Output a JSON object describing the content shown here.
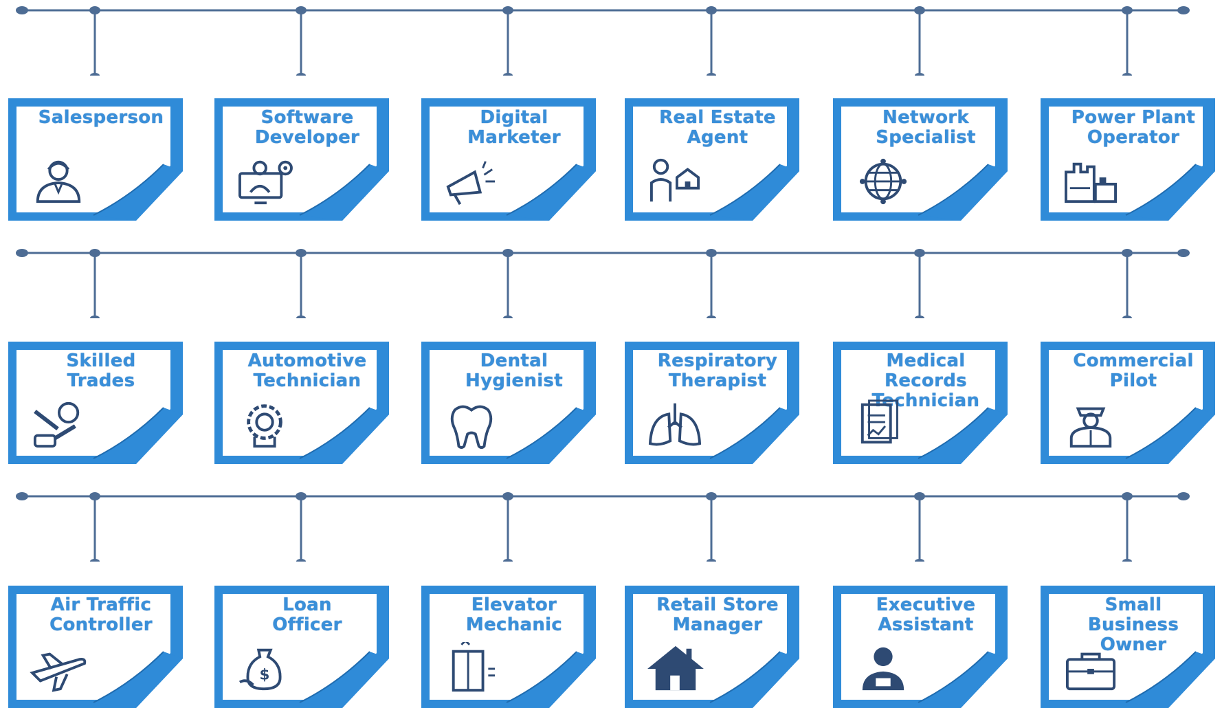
{
  "colors": {
    "line": "#4d6c94",
    "card": "#2f8bd8",
    "title": "#3a8fd9",
    "icon": "#2e4a73"
  },
  "rows": [
    {
      "cards": [
        {
          "title": "Salesperson",
          "icon": "person-icon"
        },
        {
          "title": "Software\nDeveloper",
          "icon": "developer-icon"
        },
        {
          "title": "Digital\nMarketer",
          "icon": "megaphone-icon"
        },
        {
          "title": "Real Estate\nAgent",
          "icon": "agent-icon"
        },
        {
          "title": "Network\nSpecialist",
          "icon": "globe-network-icon"
        },
        {
          "title": "Power Plant\nOperator",
          "icon": "factory-icon"
        }
      ]
    },
    {
      "cards": [
        {
          "title": "Skilled\nTrades",
          "icon": "tools-icon"
        },
        {
          "title": "Automotive\nTechnician",
          "icon": "gear-head-icon"
        },
        {
          "title": "Dental\nHygienist",
          "icon": "tooth-icon"
        },
        {
          "title": "Respiratory\nTherapist",
          "icon": "lungs-icon"
        },
        {
          "title": "Medical\nRecords\nTechnician",
          "icon": "records-icon"
        },
        {
          "title": "Commercial\nPilot",
          "icon": "pilot-icon"
        }
      ]
    },
    {
      "cards": [
        {
          "title": "Air Traffic\nController",
          "icon": "airplane-icon"
        },
        {
          "title": "Loan\nOfficer",
          "icon": "money-bag-icon"
        },
        {
          "title": "Elevator\nMechanic",
          "icon": "elevator-icon"
        },
        {
          "title": "Retail Store\nManager",
          "icon": "store-icon"
        },
        {
          "title": "Executive\nAssistant",
          "icon": "assistant-icon"
        },
        {
          "title": "Small\nBusiness\nOwner",
          "icon": "briefcase-icon"
        }
      ]
    }
  ]
}
